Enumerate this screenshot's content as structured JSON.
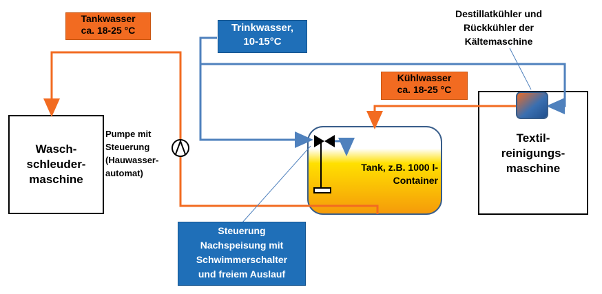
{
  "labels": {
    "tankwasser": "Tankwasser\nca. 18-25 °C",
    "trinkwasser": "Trinkwasser,\n10-15°C",
    "destillat": "Destillatkühler und\nRückkühler der\nKältemaschine",
    "kuehlwasser": "Kühlwasser\nca. 18-25 °C",
    "pumpe": "Pumpe mit\nSteuerung\n(Hauwasser-\nautomat)",
    "wasch": "Wasch-\nschleuder-\nmaschine",
    "textil": "Textil-\nreinigungs-\nmaschine",
    "tank": "Tank, z.B. 1000 l-\nContainer",
    "steuerung": "Steuerung\nNachspeisung mit\nSchwimmerschalter\nund freiem Auslauf"
  },
  "colors": {
    "orange_pipe": "#F26B21",
    "blue_pipe": "#4F81BD",
    "blue_box": "#1F6FB8",
    "tank_border": "#385D8A"
  }
}
